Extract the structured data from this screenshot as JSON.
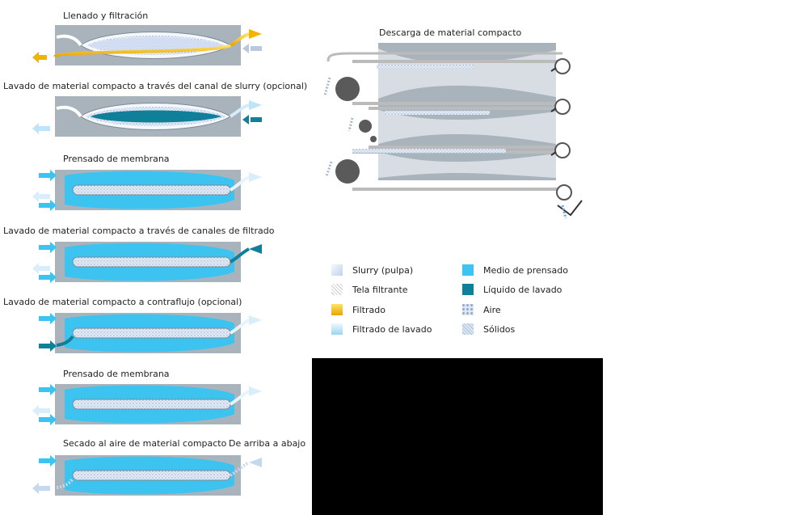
{
  "steps": [
    {
      "label": "Llenado y filtración"
    },
    {
      "label": "Lavado de material compacto a través del canal de slurry (opcional)"
    },
    {
      "label": "Prensado de membrana"
    },
    {
      "label": "Lavado de material compacto a través de canales de filtrado"
    },
    {
      "label": "Lavado de material compacto a contraflujo (opcional)"
    },
    {
      "label": "Prensado de membrana"
    },
    {
      "label": "Secado al aire de material compacto",
      "extra": "De arriba a abajo"
    }
  ],
  "discharge": {
    "label": "Descarga de material compacto"
  },
  "legend": [
    {
      "label": "Slurry (pulpa)",
      "icon": "slurry-swatch",
      "color": "#cfe0f5"
    },
    {
      "label": "Tela filtrante",
      "icon": "cloth-swatch",
      "color": "#dddddd"
    },
    {
      "label": "Filtrado",
      "icon": "filtrate-swatch",
      "color": "#f5c400"
    },
    {
      "label": "Filtrado de lavado",
      "icon": "wash-filtrate-swatch",
      "color": "#a9d8f5"
    },
    {
      "label": "Medio de prensado",
      "icon": "press-medium-swatch",
      "color": "#3cc3ef"
    },
    {
      "label": "Líquido de lavado",
      "icon": "wash-liquid-swatch",
      "color": "#0f7f9a"
    },
    {
      "label": "Aire",
      "icon": "air-swatch",
      "color": "#c6d8ee"
    },
    {
      "label": "Sólidos",
      "icon": "solids-swatch",
      "color": "#b9cfe9"
    }
  ]
}
